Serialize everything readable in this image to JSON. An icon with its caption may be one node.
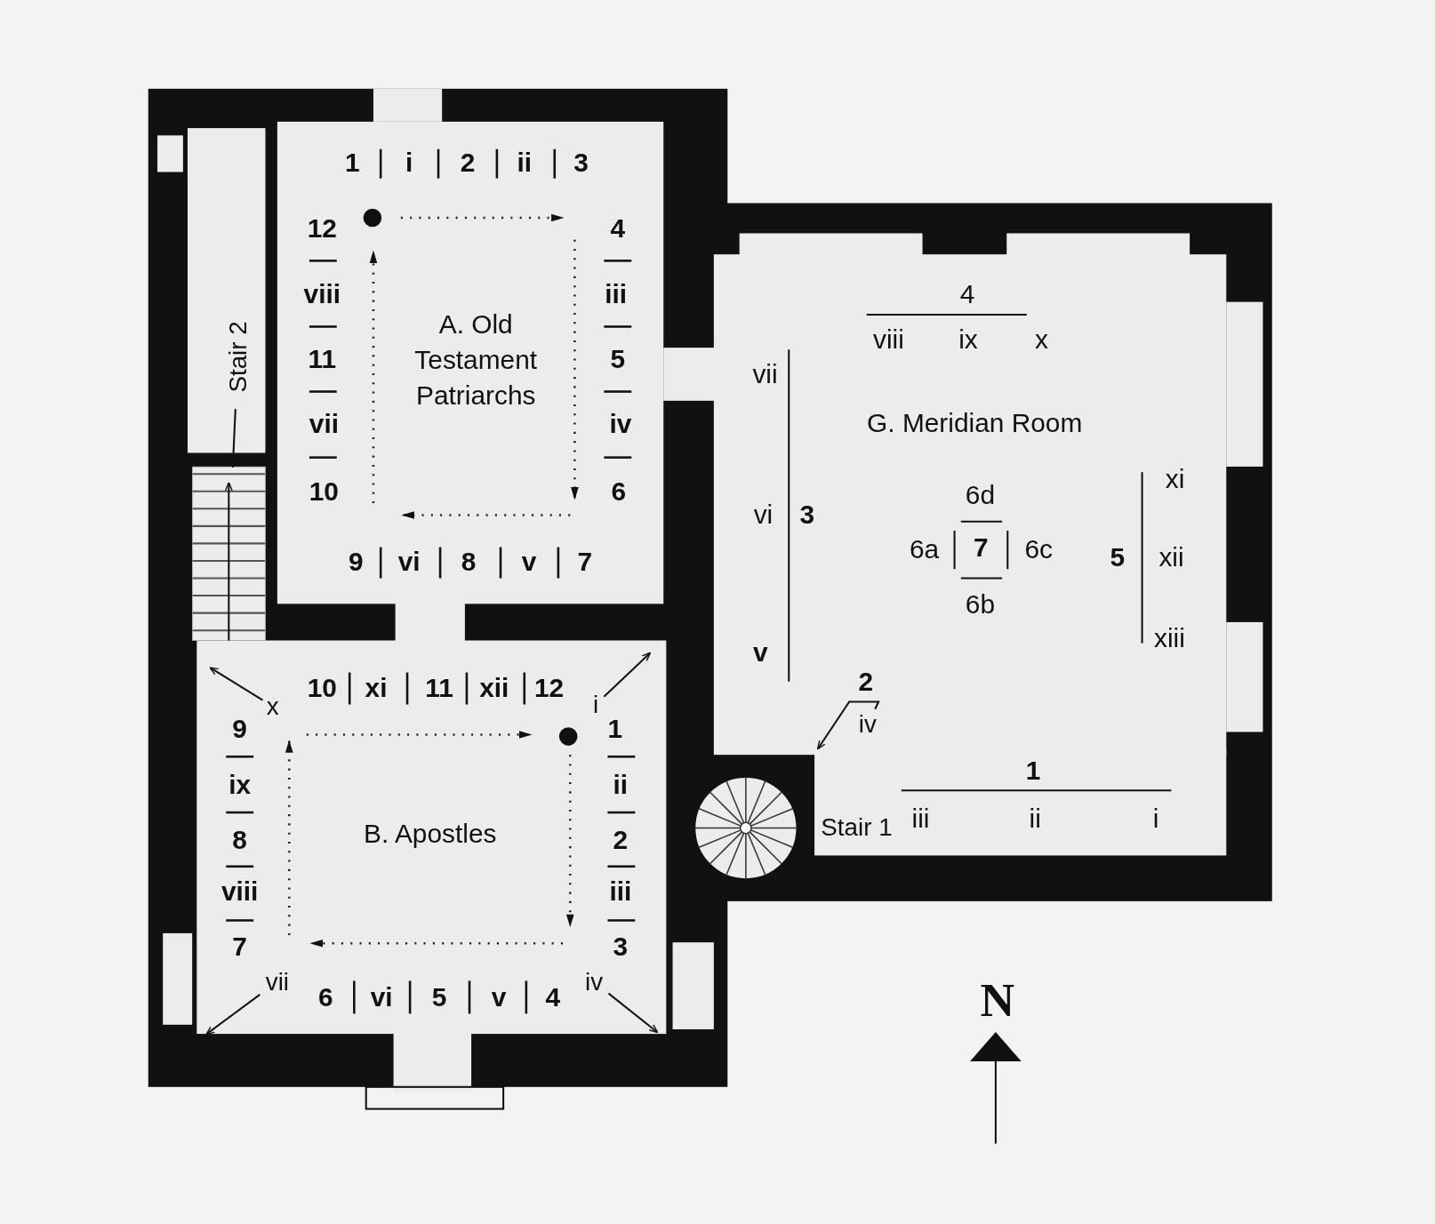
{
  "diagram": {
    "nodes": [
      {
        "text": [
          "A. Old Testament Patriarchs"
        ]
      },
      {
        "text": [
          "B. Apostles"
        ]
      },
      {
        "text": [
          "G. Meridian Room"
        ]
      },
      {
        "text": [
          "Stair 2"
        ]
      },
      {
        "text": [],
        "shape": "picture"
      },
      {
        "text": [
          "Stair 1"
        ]
      },
      {
        "text": [
          "x"
        ],
        "in": 1
      },
      {
        "text": [
          "i"
        ],
        "in": 1
      },
      {
        "text": [
          "vii"
        ],
        "in": 1
      },
      {
        "text": [
          "iv"
        ],
        "in": 1
      },
      {
        "text": [
          "iv"
        ],
        "in": 2
      }
    ],
    "edges": [
      {
        "from": 3,
        "to": 4,
        "arrow": "to"
      },
      {
        "from": 6,
        "to": null,
        "arrow": "to"
      },
      {
        "from": 7,
        "to": null,
        "arrow": "to"
      },
      {
        "from": 8,
        "to": null,
        "arrow": "to"
      },
      {
        "from": 9,
        "to": null,
        "arrow": "to"
      },
      {
        "from": 10,
        "to": null,
        "arrow": "to"
      }
    ],
    "labels": [
      "1",
      "i",
      "2",
      "ii",
      "3",
      "12",
      "4",
      "viii",
      "iii",
      "11",
      "5",
      "vii",
      "iv",
      "10",
      "6",
      "9",
      "vi",
      "8",
      "v",
      "7",
      "10",
      "xi",
      "11",
      "xii",
      "12",
      "9",
      "1",
      "ix",
      "ii",
      "8",
      "2",
      "viii",
      "iii",
      "7",
      "3",
      "6",
      "vi",
      "5",
      "v",
      "4",
      "4",
      "viii",
      "ix",
      "x",
      "vii",
      "xi",
      "6d",
      "vi",
      "3",
      "6a",
      "7",
      "6c",
      "5",
      "xii",
      "6b",
      "xiii",
      "v",
      "2",
      "1",
      "iii",
      "ii",
      "i",
      "N"
    ]
  }
}
